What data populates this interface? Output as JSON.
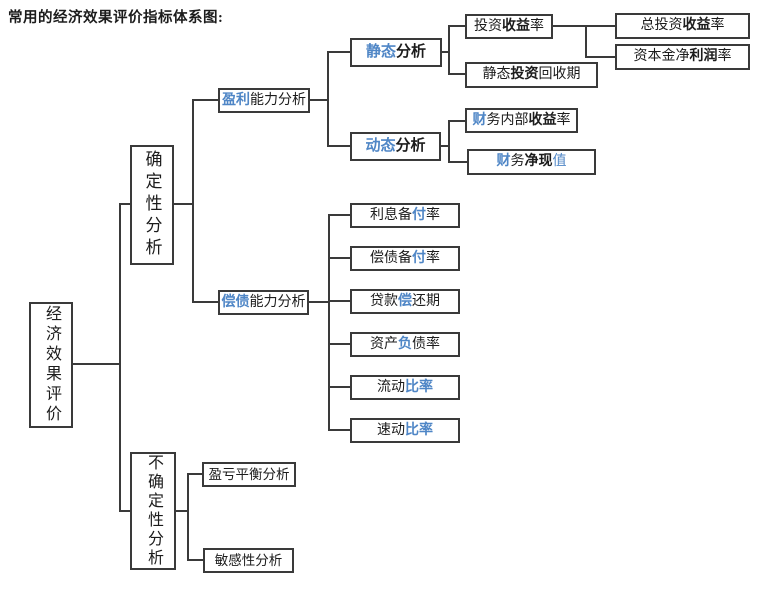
{
  "title": "常用的经济效果评价指标体系图:",
  "colors": {
    "accent_blue": "#4f86c6",
    "ink": "#1c1c1c",
    "line": "#3a3a3a",
    "background": "#ffffff"
  },
  "tree": {
    "root": {
      "label": "经济效果评价",
      "segments": [
        {
          "text": "经济效果评价",
          "style": "n"
        }
      ],
      "children": {
        "certainty": {
          "label": "确定性分析",
          "segments": [
            {
              "text": "确定性分析",
              "style": "n"
            }
          ],
          "children": {
            "profitability": {
              "label": "盈利能力分析",
              "segments": [
                {
                  "text": "盈利",
                  "style": "eb"
                },
                {
                  "text": "能力分析",
                  "style": "n"
                }
              ],
              "children": {
                "static": {
                  "label": "静态分析",
                  "segments": [
                    {
                      "text": "静态",
                      "style": "eb"
                    },
                    {
                      "text": "分析",
                      "style": "b"
                    }
                  ],
                  "children": {
                    "investment_return_rate": {
                      "label": "投资收益率",
                      "segments": [
                        {
                          "text": "投资",
                          "style": "n"
                        },
                        {
                          "text": "收益",
                          "style": "b"
                        },
                        {
                          "text": "率",
                          "style": "n"
                        }
                      ],
                      "children": {
                        "total_investment_return_rate": {
                          "label": "总投资收益率",
                          "segments": [
                            {
                              "text": "总投资",
                              "style": "n"
                            },
                            {
                              "text": "收益",
                              "style": "b"
                            },
                            {
                              "text": "率",
                              "style": "n"
                            }
                          ]
                        },
                        "capital_net_profit_rate": {
                          "label": "资本金净利润率",
                          "segments": [
                            {
                              "text": "资本金净",
                              "style": "n"
                            },
                            {
                              "text": "利润",
                              "style": "b"
                            },
                            {
                              "text": "率",
                              "style": "n"
                            }
                          ]
                        }
                      }
                    },
                    "static_payback_period": {
                      "label": "静态投资回收期",
                      "segments": [
                        {
                          "text": "静态",
                          "style": "n"
                        },
                        {
                          "text": "投资",
                          "style": "b"
                        },
                        {
                          "text": "回收期",
                          "style": "n"
                        }
                      ]
                    }
                  }
                },
                "dynamic": {
                  "label": "动态分析",
                  "segments": [
                    {
                      "text": "动态",
                      "style": "eb"
                    },
                    {
                      "text": "分析",
                      "style": "b"
                    }
                  ],
                  "children": {
                    "financial_irr": {
                      "label": "财务内部收益率",
                      "segments": [
                        {
                          "text": "财",
                          "style": "eb"
                        },
                        {
                          "text": "务内部",
                          "style": "n"
                        },
                        {
                          "text": "收益",
                          "style": "b"
                        },
                        {
                          "text": "率",
                          "style": "n"
                        }
                      ]
                    },
                    "financial_npv": {
                      "label": "财务净现值",
                      "segments": [
                        {
                          "text": "财",
                          "style": "eb"
                        },
                        {
                          "text": "务",
                          "style": "n"
                        },
                        {
                          "text": "净现",
                          "style": "b"
                        },
                        {
                          "text": "值",
                          "style": "e"
                        }
                      ]
                    }
                  }
                }
              }
            },
            "solvency": {
              "label": "偿债能力分析",
              "segments": [
                {
                  "text": "偿债",
                  "style": "eb"
                },
                {
                  "text": "能力分析",
                  "style": "n"
                }
              ],
              "children": {
                "interest_coverage_ratio": {
                  "label": "利息备付率",
                  "segments": [
                    {
                      "text": "利息备",
                      "style": "n"
                    },
                    {
                      "text": "付",
                      "style": "eb"
                    },
                    {
                      "text": "率",
                      "style": "n"
                    }
                  ]
                },
                "debt_service_coverage_ratio": {
                  "label": "偿债备付率",
                  "segments": [
                    {
                      "text": "偿债备",
                      "style": "n"
                    },
                    {
                      "text": "付",
                      "style": "eb"
                    },
                    {
                      "text": "率",
                      "style": "n"
                    }
                  ]
                },
                "loan_repayment_period": {
                  "label": "贷款偿还期",
                  "segments": [
                    {
                      "text": "贷款",
                      "style": "n"
                    },
                    {
                      "text": "偿",
                      "style": "eb"
                    },
                    {
                      "text": "还期",
                      "style": "n"
                    }
                  ]
                },
                "asset_liability_ratio": {
                  "label": "资产负债率",
                  "segments": [
                    {
                      "text": "资产",
                      "style": "n"
                    },
                    {
                      "text": "负",
                      "style": "eb"
                    },
                    {
                      "text": "债率",
                      "style": "n"
                    }
                  ]
                },
                "current_ratio": {
                  "label": "流动比率",
                  "segments": [
                    {
                      "text": "流动",
                      "style": "n"
                    },
                    {
                      "text": "比率",
                      "style": "eb"
                    }
                  ]
                },
                "quick_ratio": {
                  "label": "速动比率",
                  "segments": [
                    {
                      "text": "速动",
                      "style": "n"
                    },
                    {
                      "text": "比率",
                      "style": "eb"
                    }
                  ]
                }
              }
            }
          }
        },
        "uncertainty": {
          "label": "不确定性分析",
          "segments": [
            {
              "text": "不确定性分析",
              "style": "n"
            }
          ],
          "children": {
            "breakeven_analysis": {
              "label": "盈亏平衡分析",
              "segments": [
                {
                  "text": "盈亏平衡分析",
                  "style": "n"
                }
              ]
            },
            "sensitivity_analysis": {
              "label": "敏感性分析",
              "segments": [
                {
                  "text": "敏感性分析",
                  "style": "n"
                }
              ]
            }
          }
        }
      }
    }
  }
}
